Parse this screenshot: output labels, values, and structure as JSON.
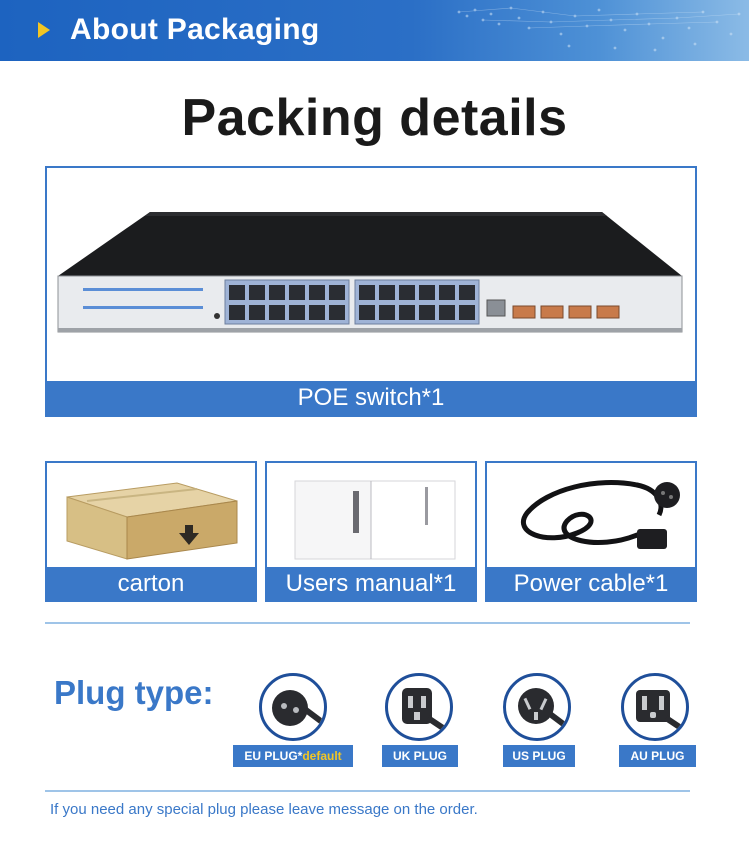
{
  "banner": {
    "title": "About Packaging"
  },
  "page_title": "Packing details",
  "main_item": {
    "label": "POE switch*1"
  },
  "items": [
    {
      "label": "carton"
    },
    {
      "label": "Users manual*1"
    },
    {
      "label": "Power cable*1"
    }
  ],
  "plug_section": {
    "label": "Plug type:",
    "plugs": [
      {
        "label": "EU PLUG*",
        "highlight": "default"
      },
      {
        "label": "UK PLUG"
      },
      {
        "label": "US PLUG"
      },
      {
        "label": "AU PLUG"
      }
    ]
  },
  "footer_note": "If you need any special plug please leave message on the order.",
  "colors": {
    "brand_blue": "#3a78c8",
    "banner_blue": "#1d63c0",
    "accent_yellow": "#f3c623"
  }
}
